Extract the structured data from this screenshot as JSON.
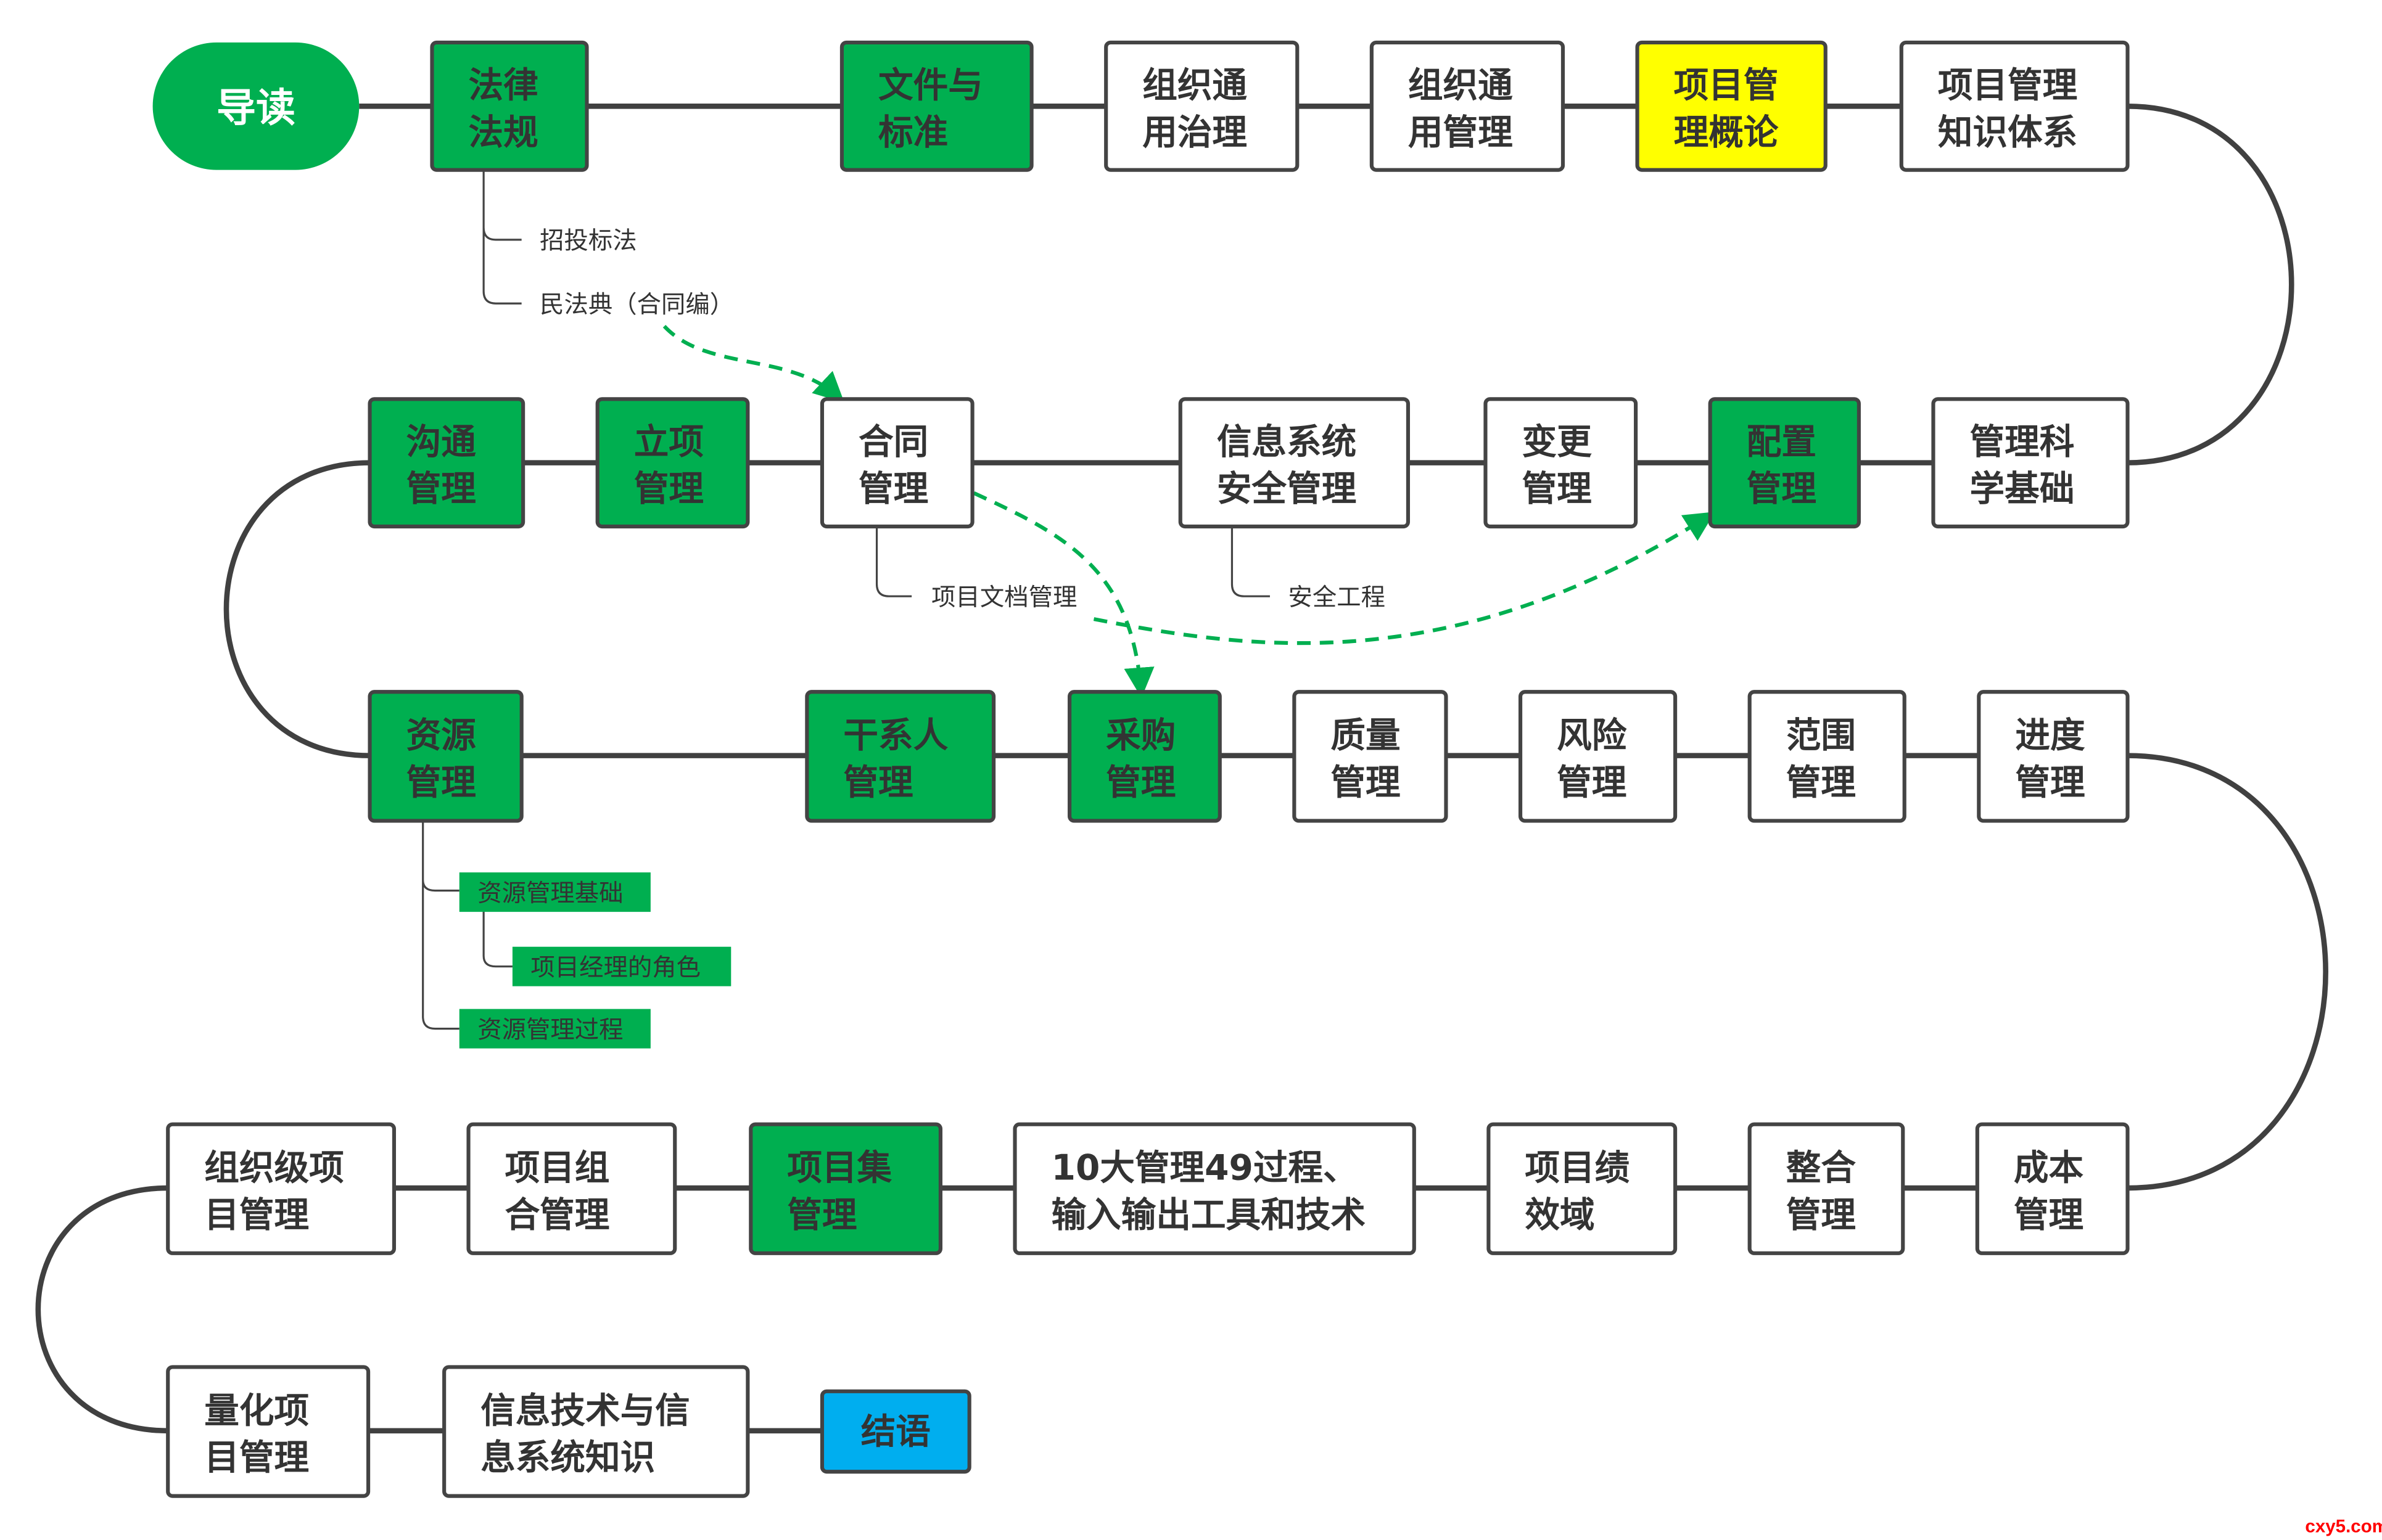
{
  "colors": {
    "green": "#00AF50",
    "white": "#FFFFFF",
    "yellow": "#FFFF00",
    "blue": "#00AEEF",
    "border": "#444444",
    "connector": "#404040",
    "dashed_arrow": "#00AF50",
    "watermark": "#FF0000"
  },
  "start": {
    "label": "导读",
    "fill": "green"
  },
  "nodes": [
    {
      "id": "falv",
      "lines": [
        "法律",
        "法规"
      ],
      "fill": "green"
    },
    {
      "id": "wenjian",
      "lines": [
        "文件与",
        "标准"
      ],
      "fill": "green"
    },
    {
      "id": "zuzhi-zhili",
      "lines": [
        "组织通",
        "用治理"
      ],
      "fill": "white"
    },
    {
      "id": "zuzhi-guanli",
      "lines": [
        "组织通",
        "用管理"
      ],
      "fill": "white"
    },
    {
      "id": "gailun",
      "lines": [
        "项目管",
        "理概论"
      ],
      "fill": "yellow"
    },
    {
      "id": "zhishi",
      "lines": [
        "项目管理",
        "知识体系"
      ],
      "fill": "white"
    },
    {
      "id": "goutong",
      "lines": [
        "沟通",
        "管理"
      ],
      "fill": "green"
    },
    {
      "id": "lixiang",
      "lines": [
        "立项",
        "管理"
      ],
      "fill": "green"
    },
    {
      "id": "hetong",
      "lines": [
        "合同",
        "管理"
      ],
      "fill": "white"
    },
    {
      "id": "xinxi-anquan",
      "lines": [
        "信息系统",
        "安全管理"
      ],
      "fill": "white"
    },
    {
      "id": "biangeng",
      "lines": [
        "变更",
        "管理"
      ],
      "fill": "white"
    },
    {
      "id": "peizhi",
      "lines": [
        "配置",
        "管理"
      ],
      "fill": "green"
    },
    {
      "id": "kexue",
      "lines": [
        "管理科",
        "学基础"
      ],
      "fill": "white"
    },
    {
      "id": "ziyuan",
      "lines": [
        "资源",
        "管理"
      ],
      "fill": "green"
    },
    {
      "id": "ganxiren",
      "lines": [
        "干系人",
        "管理"
      ],
      "fill": "green"
    },
    {
      "id": "caigou",
      "lines": [
        "采购",
        "管理"
      ],
      "fill": "green"
    },
    {
      "id": "zhiliang",
      "lines": [
        "质量",
        "管理"
      ],
      "fill": "white"
    },
    {
      "id": "fengxian",
      "lines": [
        "风险",
        "管理"
      ],
      "fill": "white"
    },
    {
      "id": "fanwei",
      "lines": [
        "范围",
        "管理"
      ],
      "fill": "white"
    },
    {
      "id": "jindu",
      "lines": [
        "进度",
        "管理"
      ],
      "fill": "white"
    },
    {
      "id": "zuzhiji",
      "lines": [
        "组织级项",
        "目管理"
      ],
      "fill": "white"
    },
    {
      "id": "zuhe",
      "lines": [
        "项目组",
        "合管理"
      ],
      "fill": "white"
    },
    {
      "id": "xiangmuji",
      "lines": [
        "项目集",
        "管理"
      ],
      "fill": "green"
    },
    {
      "id": "guocheng",
      "lines": [
        "10大管理49过程、",
        "输入输出工具和技术"
      ],
      "fill": "white"
    },
    {
      "id": "jixiao",
      "lines": [
        "项目绩",
        "效域"
      ],
      "fill": "white"
    },
    {
      "id": "zhenghe",
      "lines": [
        "整合",
        "管理"
      ],
      "fill": "white"
    },
    {
      "id": "chengben",
      "lines": [
        "成本",
        "管理"
      ],
      "fill": "white"
    },
    {
      "id": "lianghua",
      "lines": [
        "量化项",
        "目管理"
      ],
      "fill": "white"
    },
    {
      "id": "xinxi-jishu",
      "lines": [
        "信息技术与信",
        "息系统知识"
      ],
      "fill": "white"
    },
    {
      "id": "jieyu",
      "lines": [
        "结语"
      ],
      "fill": "blue"
    }
  ],
  "subtopics": {
    "falv": [
      "招投标法",
      "民法典（合同编）"
    ],
    "hetong": [
      "项目文档管理"
    ],
    "xinxi-anquan": [
      "安全工程"
    ],
    "ziyuan": [
      "资源管理基础",
      "项目经理的角色",
      "资源管理过程"
    ]
  },
  "watermark": "cxy5.com"
}
